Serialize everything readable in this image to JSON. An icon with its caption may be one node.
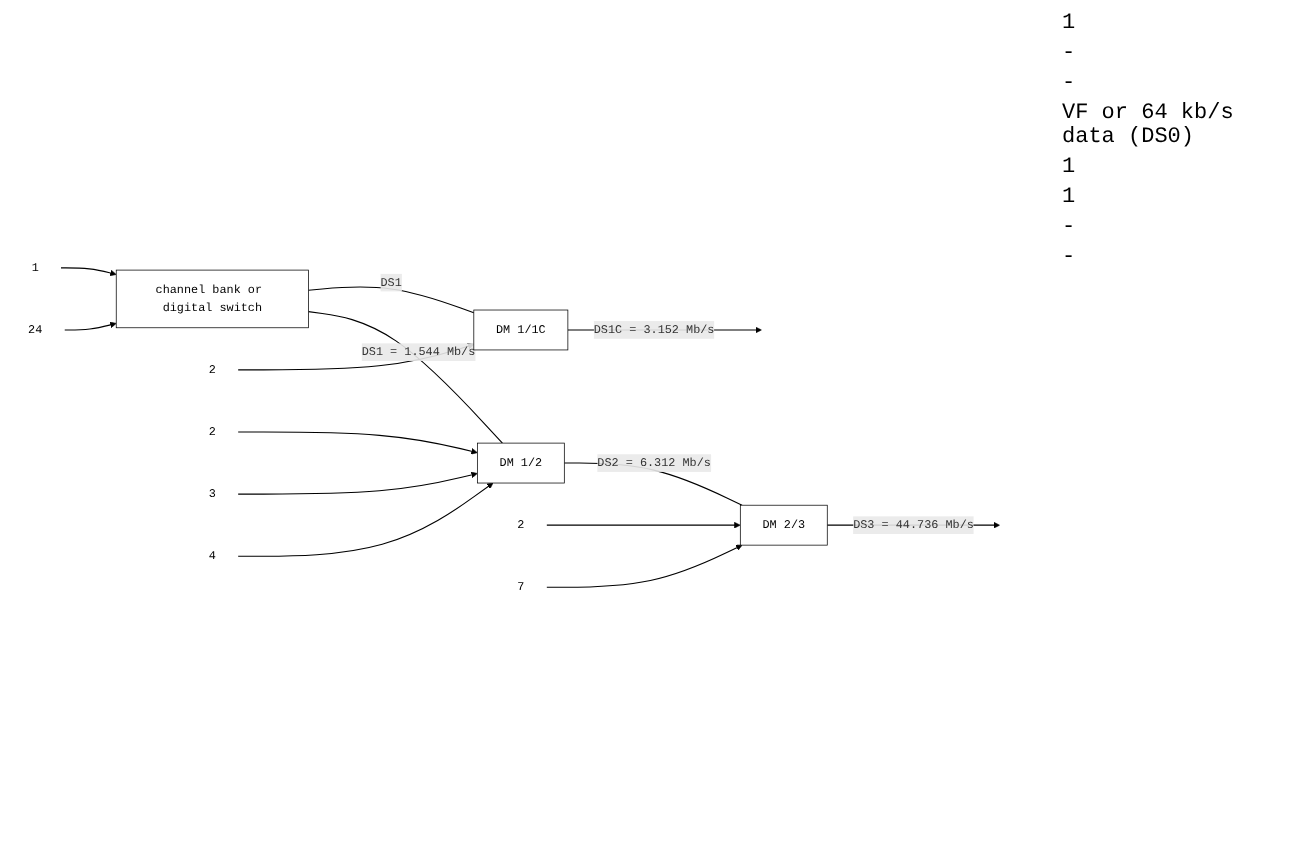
{
  "diagram": {
    "nodes": [
      {
        "text": [
          "channel bank or digital switch"
        ]
      },
      {
        "text": [
          "1"
        ]
      },
      {
        "text": [
          "24"
        ]
      },
      {
        "text": [
          "DM 1/1C"
        ]
      },
      {
        "text": [
          "2"
        ]
      },
      {
        "text": [
          "DM 1/2"
        ]
      },
      {
        "text": [
          "2"
        ]
      },
      {
        "text": [
          "3"
        ]
      },
      {
        "text": [
          "4"
        ]
      },
      {
        "text": [
          "DM 2/3"
        ]
      },
      {
        "text": [
          "2"
        ]
      },
      {
        "text": [
          "7"
        ]
      }
    ],
    "edges": [
      {
        "from": 1,
        "to": 0,
        "arrow": "to"
      },
      {
        "from": 2,
        "to": 0,
        "arrow": "to"
      },
      {
        "from": 0,
        "to": 3,
        "arrow": "none",
        "label": "DS1"
      },
      {
        "from": 4,
        "to": 3,
        "arrow": "to"
      },
      {
        "from": 3,
        "to": null,
        "arrow": "to",
        "label": "DS1C = 3.152 Mb/s"
      },
      {
        "from": 0,
        "to": 5,
        "arrow": "none",
        "label": "DS1 = 1.544 Mb/s"
      },
      {
        "from": 6,
        "to": 5,
        "arrow": "to"
      },
      {
        "from": 7,
        "to": 5,
        "arrow": "to"
      },
      {
        "from": 8,
        "to": 5,
        "arrow": "to"
      },
      {
        "from": 5,
        "to": 9,
        "arrow": "none",
        "label": "DS2 = 6.312 Mb/s"
      },
      {
        "from": 10,
        "to": 9,
        "arrow": "to"
      },
      {
        "from": 11,
        "to": 9,
        "arrow": "to"
      },
      {
        "from": 9,
        "to": null,
        "arrow": "to",
        "label": "DS3 = 44.736 Mb/s"
      }
    ],
    "labels": [
      "1",
      "-",
      "-",
      "VF or 64 kb/s data (DS0)",
      "1",
      "1",
      "-",
      "-"
    ]
  }
}
